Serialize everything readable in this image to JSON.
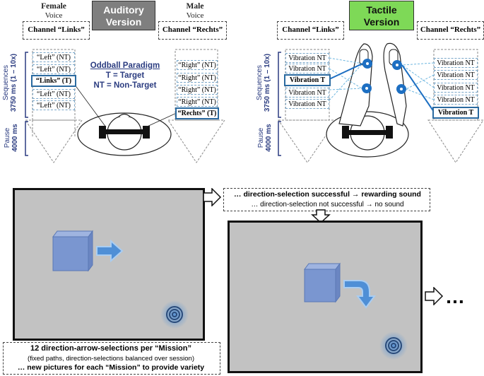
{
  "auditory": {
    "female_title": "Female",
    "female_sub": "Voice",
    "male_title": "Male",
    "male_sub": "Voice",
    "version_label_1": "Auditory",
    "version_label_2": "Version",
    "channel_left": "Channel “Links”",
    "channel_right": "Channel “Rechts”",
    "left_items": [
      "“Left” (NT)",
      "“Left” (NT)",
      "“Links” (T)",
      "“Left” (NT)",
      "“Left” (NT)"
    ],
    "right_items": [
      "“Right” (NT)",
      "“Right” (NT)",
      "“Right” (NT)",
      "“Right” (NT)",
      "“Rechts” (T)"
    ],
    "oddball_title": "Oddball Paradigm",
    "oddball_t": "T = Target",
    "oddball_nt": "NT = Non-Target"
  },
  "tactile": {
    "version_label_1": "Tactile",
    "version_label_2": "Version",
    "channel_left": "Channel “Links”",
    "channel_right": "Channel “Rechts”",
    "left_items": [
      "Vibration NT",
      "Vibration NT",
      "Vibration T",
      "Vibration NT",
      "Vibration NT"
    ],
    "right_items": [
      "Vibration NT",
      "Vibration NT",
      "Vibration NT",
      "Vibration NT",
      "Vibration T"
    ]
  },
  "timing": {
    "sequences_label": "Sequences",
    "sequences_value": "3750 ms (1 – 10x)",
    "pause_label": "Pause",
    "pause_value": "4000 ms"
  },
  "feedback": {
    "success": "… direction-selection successful → rewarding sound",
    "fail": "… direction-selection not successful → no sound"
  },
  "mission": {
    "line1": "12 direction-arrow-selections per “Mission”",
    "line2": "(fixed paths, direction-selections balanced over session)",
    "line3": "… new pictures for each “Mission” to provide variety"
  },
  "continuation": "…",
  "colors": {
    "auditory_version_bg": "#7f7f7f",
    "tactile_version_bg": "#7ed957",
    "accent_blue": "#2b3c80",
    "cube": "#7a96d0",
    "arrow": "#4f8fd6",
    "panel_bg": "#c2c2c2"
  }
}
